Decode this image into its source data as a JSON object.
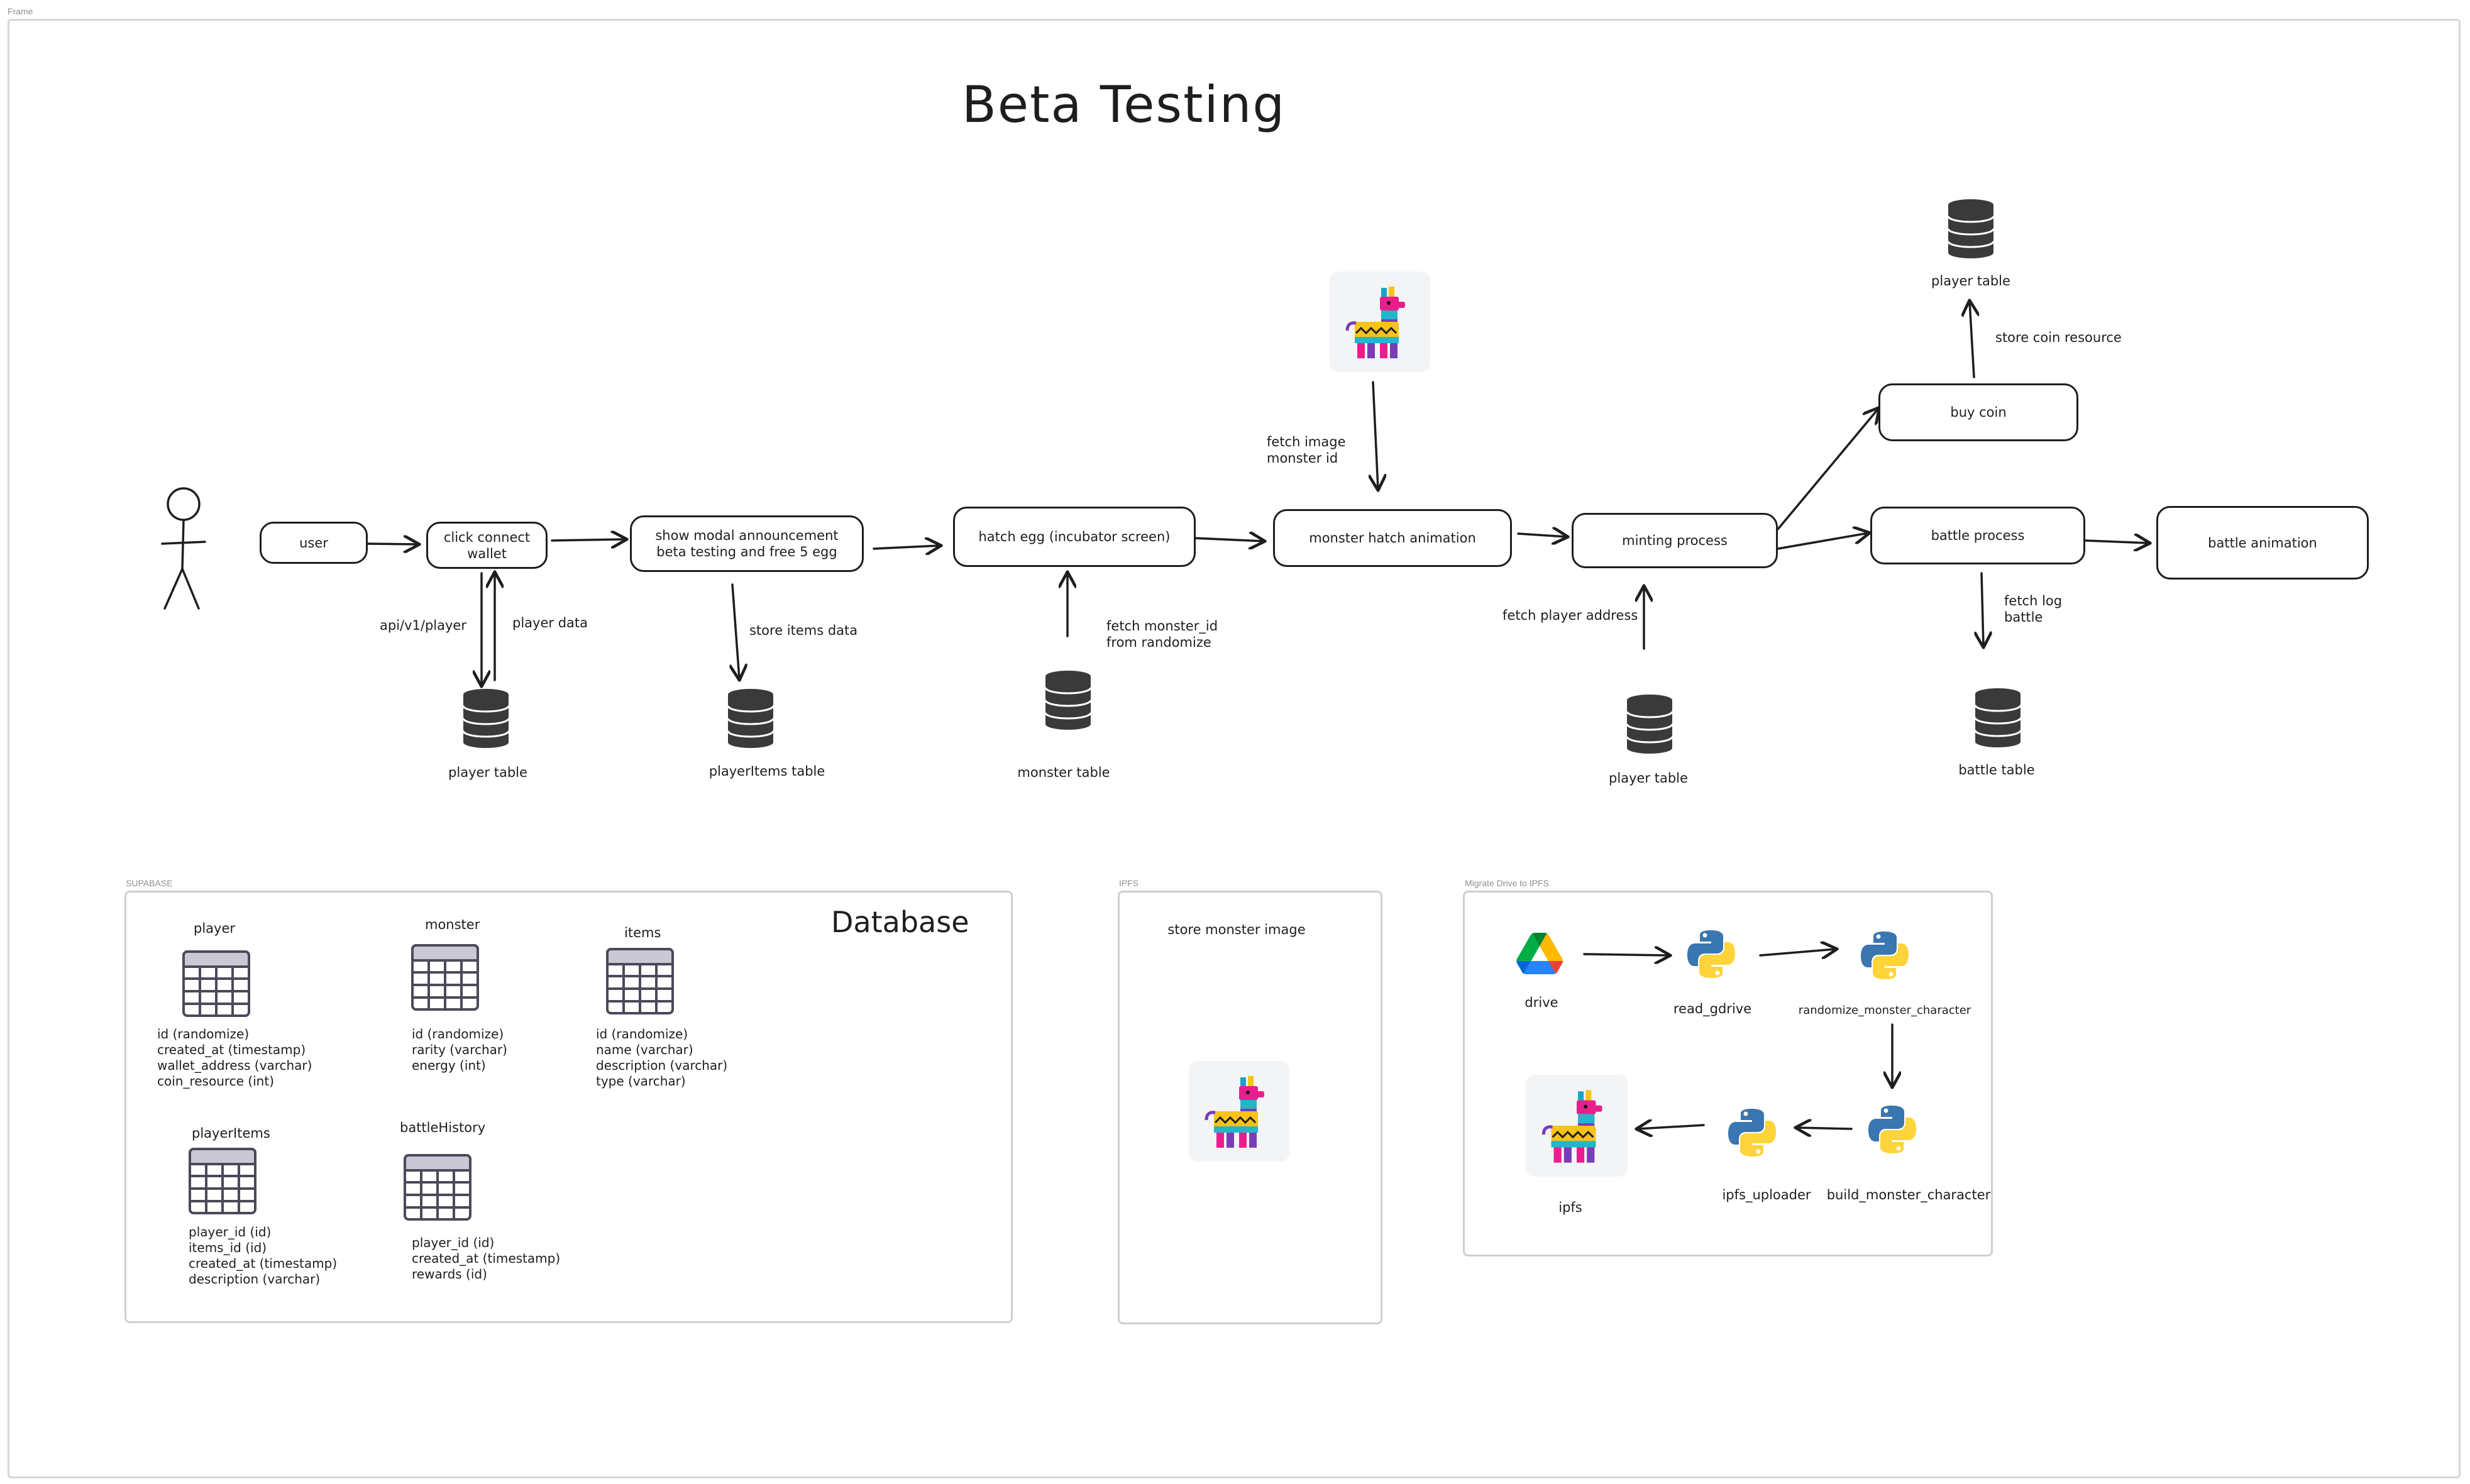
{
  "frames": {
    "main": "Frame",
    "supabase": "SUPABASE",
    "ipfs": "IPFS",
    "migrate": "Migrate Drive to IPFS"
  },
  "title": "Beta Testing",
  "flow": {
    "user": "user",
    "connect_wallet": "click connect\nwallet",
    "show_modal": "show modal announcement\nbeta testing and free 5 egg",
    "hatch_egg": "hatch egg (incubator screen)",
    "monster_hatch": "monster hatch animation",
    "minting": "minting process",
    "buy_coin": "buy coin",
    "battle_process": "battle process",
    "battle_animation": "battle animation"
  },
  "edge_labels": {
    "api_player": "api/v1/player",
    "player_data": "player data",
    "store_items": "store items data",
    "fetch_monster_id": "fetch monster_id\nfrom randomize",
    "fetch_image": "fetch image\nmonster id",
    "fetch_player_address": "fetch player address",
    "store_coin": "store coin resource",
    "fetch_log": "fetch log\nbattle"
  },
  "databases": {
    "player_table_1": "player table",
    "player_items_table": "playerItems table",
    "monster_table": "monster table",
    "player_table_2": "player table",
    "player_table_top": "player table",
    "battle_table": "battle table"
  },
  "database_panel": {
    "title": "Database",
    "tables": [
      {
        "name": "player",
        "fields": "id (randomize)\ncreated_at (timestamp)\nwallet_address (varchar)\ncoin_resource (int)"
      },
      {
        "name": "monster",
        "fields": "id (randomize)\nrarity (varchar)\nenergy (int)"
      },
      {
        "name": "items",
        "fields": "id (randomize)\nname (varchar)\ndescription (varchar)\ntype (varchar)"
      },
      {
        "name": "playerItems",
        "fields": "player_id (id)\nitems_id (id)\ncreated_at (timestamp)\ndescription (varchar)"
      },
      {
        "name": "battleHistory",
        "fields": "player_id (id)\ncreated_at (timestamp)\nrewards (id)"
      }
    ]
  },
  "ipfs_panel": {
    "caption": "store monster image"
  },
  "migrate_panel": {
    "drive": "drive",
    "read_gdrive": "read_gdrive",
    "randomize": "randomize_monster_character",
    "build": "build_monster_character",
    "uploader": "ipfs_uploader",
    "ipfs": "ipfs"
  },
  "icons": {
    "stick_figure": "user-figure-icon",
    "database": "database-icon",
    "table": "table-icon",
    "llama": "llama-pinata-icon",
    "python": "python-icon",
    "google_drive": "google-drive-icon"
  },
  "colors": {
    "stroke": "#1e1e1e",
    "db_fill": "#3a3a3a",
    "table_header": "#c9c8d4",
    "table_stroke": "#4a4a5a",
    "python_blue": "#3a76b0",
    "python_yellow": "#ffd43b",
    "frame_border": "#cfcfcf"
  }
}
